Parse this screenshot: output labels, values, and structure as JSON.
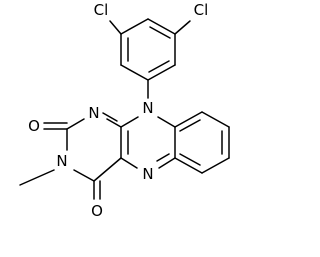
{
  "molecule": {
    "labels": {
      "cl_left": "Cl",
      "cl_right": "Cl",
      "n_top": "N",
      "n_ring_left": "N",
      "n_methyl": "N",
      "n_bottom": "N",
      "o_top": "O",
      "o_bottom": "O"
    }
  }
}
